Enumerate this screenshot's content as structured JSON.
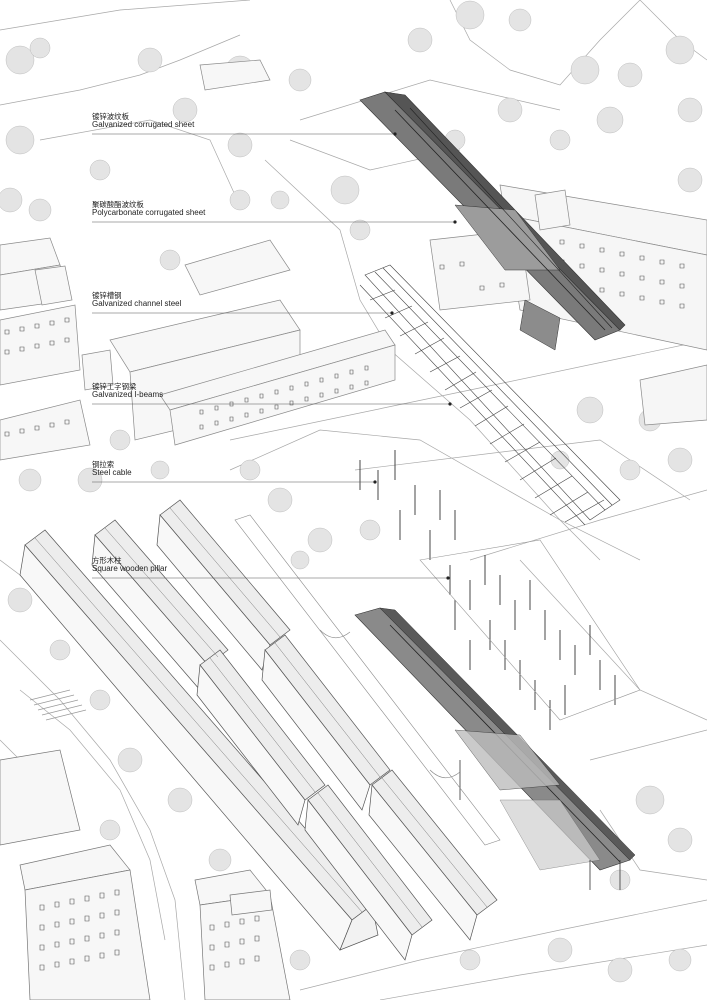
{
  "labels": [
    {
      "zh": "镀锌波纹板",
      "en": "Galvanized corrugated sheet"
    },
    {
      "zh": "聚碳酸酯波纹板",
      "en": "Polycarbonate corrugated sheet"
    },
    {
      "zh": "镀锌槽钢",
      "en": "Galvanized channel steel"
    },
    {
      "zh": "镀锌工字钢梁",
      "en": "Galvanized I-beams"
    },
    {
      "zh": "钢拉索",
      "en": "Steel cable"
    },
    {
      "zh": "方形木柱",
      "en": "Square wooden pillar"
    }
  ],
  "colors": {
    "line": "#8c8c8c",
    "roof_dark": "#6e6e6e",
    "roof_mid": "#9a9a9a",
    "roof_light": "#d9d9d9",
    "tree": "#c8c8c8",
    "building_fill": "#f4f4f4",
    "leader": "#555555"
  }
}
